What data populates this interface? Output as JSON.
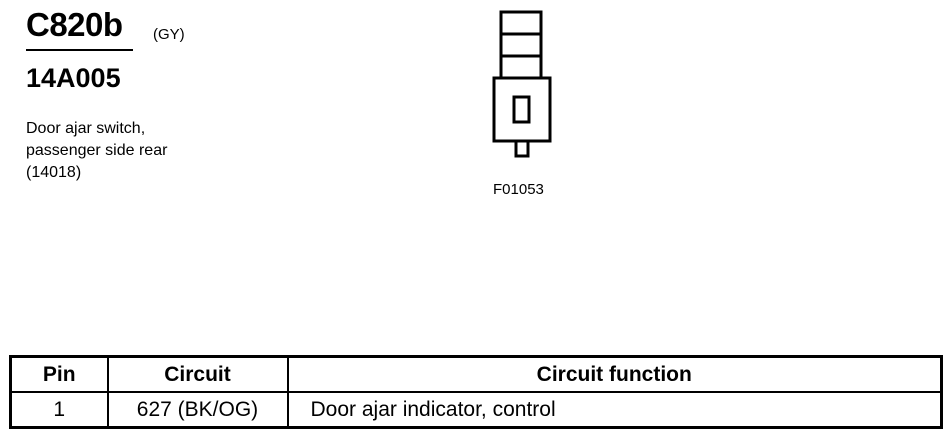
{
  "connector": {
    "id": "C820b",
    "color_code": "(GY)",
    "part_number": "14A005",
    "description_lines": [
      "Door ajar switch,",
      "passenger side rear",
      "(14018)"
    ]
  },
  "figure": {
    "id": "F01053"
  },
  "pin_table": {
    "headers": [
      "Pin",
      "Circuit",
      "Circuit function"
    ],
    "rows": [
      {
        "pin": "1",
        "circuit": "627 (BK/OG)",
        "function": "Door ajar indicator, control"
      }
    ]
  }
}
